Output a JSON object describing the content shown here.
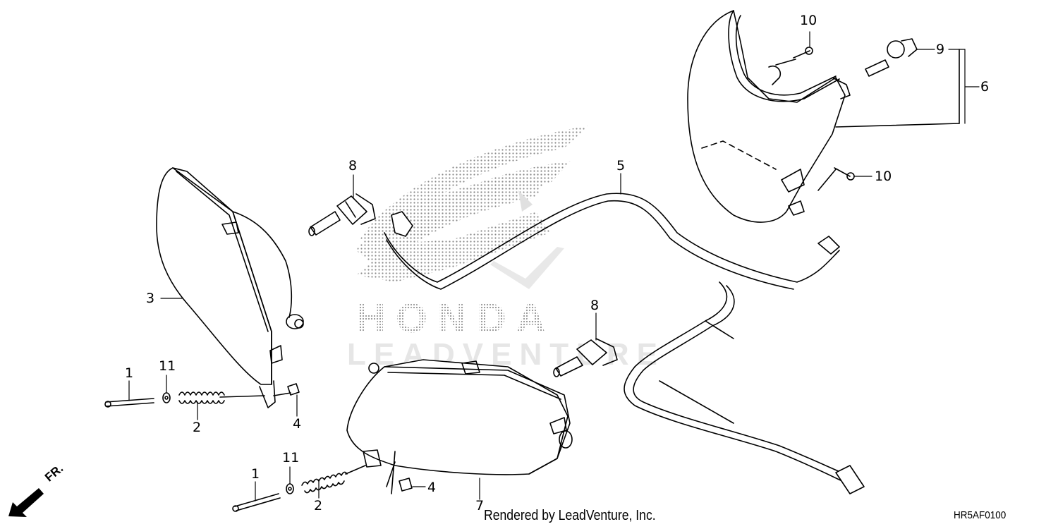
{
  "diagram": {
    "code": "HR5AF0100",
    "credit": "Rendered by LeadVenture, Inc.",
    "direction_indicator": "FR.",
    "watermark": {
      "brand": "HONDA",
      "company": "LEADVENTURE"
    },
    "callouts": [
      {
        "id": "c1a",
        "number": "1",
        "part": "bolt"
      },
      {
        "id": "c1b",
        "number": "1",
        "part": "bolt"
      },
      {
        "id": "c2a",
        "number": "2",
        "part": "spring"
      },
      {
        "id": "c2b",
        "number": "2",
        "part": "spring"
      },
      {
        "id": "c3",
        "number": "3",
        "part": "headlight-left"
      },
      {
        "id": "c4a",
        "number": "4",
        "part": "nut"
      },
      {
        "id": "c4b",
        "number": "4",
        "part": "nut"
      },
      {
        "id": "c5",
        "number": "5",
        "part": "wire-harness"
      },
      {
        "id": "c6",
        "number": "6",
        "part": "upper-light-assembly"
      },
      {
        "id": "c7",
        "number": "7",
        "part": "headlight-right"
      },
      {
        "id": "c8a",
        "number": "8",
        "part": "bulb"
      },
      {
        "id": "c8b",
        "number": "8",
        "part": "bulb"
      },
      {
        "id": "c9",
        "number": "9",
        "part": "socket-bulb"
      },
      {
        "id": "c10a",
        "number": "10",
        "part": "screw"
      },
      {
        "id": "c10b",
        "number": "10",
        "part": "screw"
      },
      {
        "id": "c11a",
        "number": "11",
        "part": "washer"
      },
      {
        "id": "c11b",
        "number": "11",
        "part": "washer"
      }
    ],
    "labels": {
      "c1a": "1",
      "c1b": "1",
      "c2a": "2",
      "c2b": "2",
      "c3": "3",
      "c4a": "4",
      "c4b": "4",
      "c5": "5",
      "c6": "6",
      "c7": "7",
      "c8a": "8",
      "c8b": "8",
      "c9": "9",
      "c10a": "10",
      "c10b": "10",
      "c11a": "11",
      "c11b": "11"
    }
  }
}
